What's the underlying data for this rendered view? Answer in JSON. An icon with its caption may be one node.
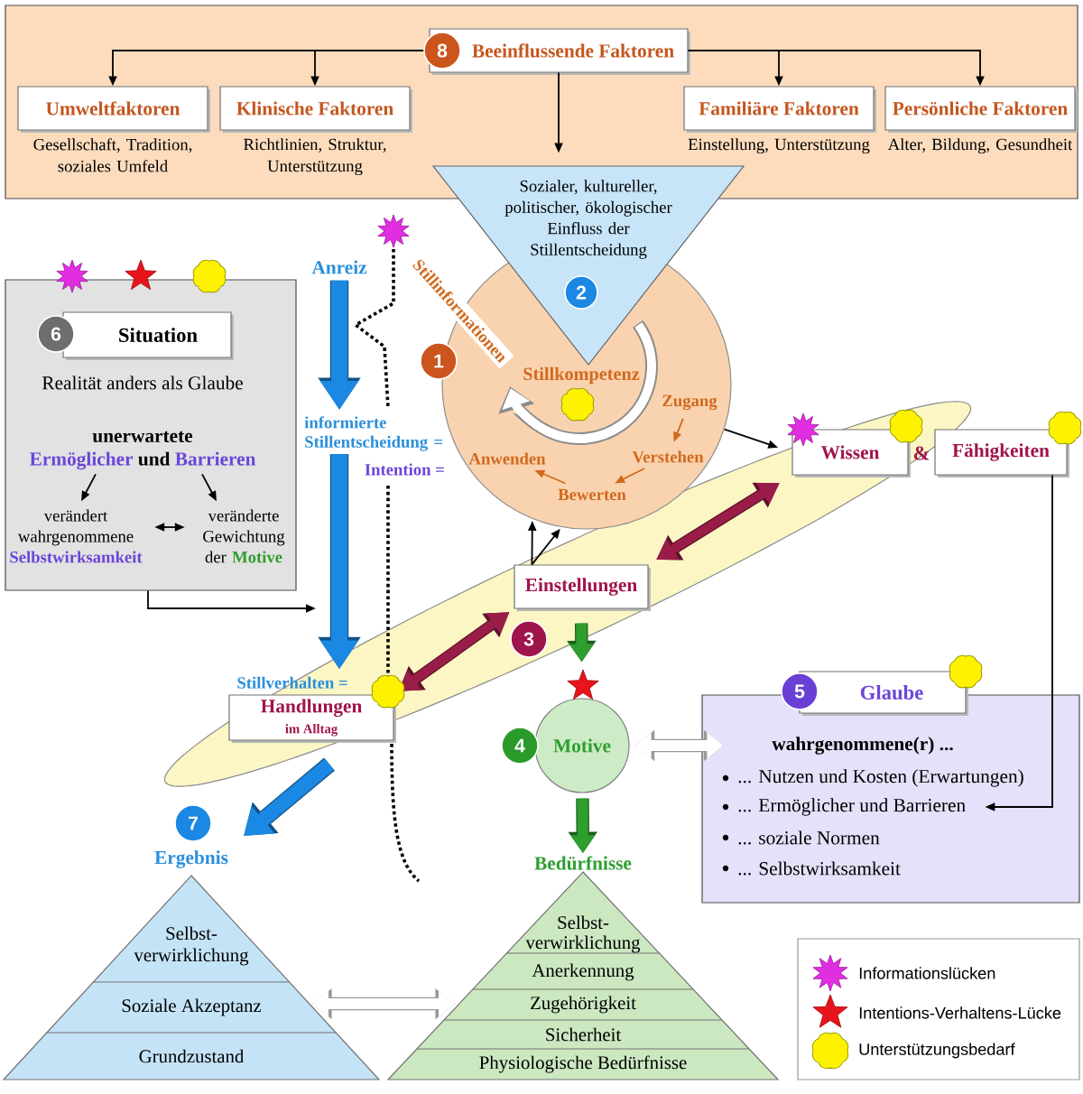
{
  "diagram": {
    "nodes": [
      {
        "text": [],
        "shape": "box"
      },
      {
        "text": [
          "Beeinflussende Faktoren"
        ],
        "in": 0
      },
      {
        "text": [
          "Umweltfaktoren"
        ],
        "beside": [
          "Gesellschaft, Tradition, soziales Umfeld"
        ],
        "in": 0
      },
      {
        "text": [
          "Klinische Faktoren"
        ],
        "beside": [
          "Richtlinien, Struktur, Unterstützung"
        ],
        "in": 0
      },
      {
        "text": [
          "Familiäre Faktoren"
        ],
        "beside": [
          "Einstellung, Unterstützung"
        ],
        "in": 0
      },
      {
        "text": [
          "Persönliche Faktoren"
        ],
        "beside": [
          "Alter, Bildung, Gesundheit"
        ],
        "in": 0
      },
      {
        "text": [
          "Sozialer, kultureller, politischer, ökologischer Einfluss der Stillentscheidung"
        ]
      },
      {
        "text": [
          "Realität anders als Glaube"
        ]
      },
      {
        "text": [
          "Situation"
        ],
        "in": 7
      },
      {
        "text": [
          "unerwartete",
          "**Ermöglicher** und **Barrieren**"
        ],
        "in": 7
      },
      {
        "text": [
          "verändert wahrgenommene **Selbstwirksamkeit**"
        ],
        "in": 7
      },
      {
        "text": [
          "veränderte Gewichtung der **Motive**"
        ],
        "in": 7
      },
      {
        "text": [
          "Anreiz"
        ]
      },
      {
        "text": [
          "informierte Stillentscheidung =",
          "Intention ="
        ]
      },
      {
        "text": [
          "Stillkompetenz"
        ]
      },
      {
        "text": [
          "Zugang"
        ],
        "in": 14
      },
      {
        "text": [
          "Verstehen"
        ],
        "in": 14
      },
      {
        "text": [
          "Bewerten"
        ],
        "in": 14
      },
      {
        "text": [
          "Anwenden"
        ],
        "in": 14
      },
      {
        "text": [
          "Wissen"
        ]
      },
      {
        "text": [
          "Fähigkeiten"
        ]
      },
      {
        "text": [
          "Einstellungen"
        ]
      },
      {
        "text": [
          "Stillverhalten =",
          "Handlungen",
          "im Alltag"
        ]
      },
      {
        "text": [
          "Glaube"
        ]
      },
      {
        "text": [
          "wahrgenommene(r) ..."
        ]
      },
      {
        "text": [
          "... Nutzen und Kosten (Erwartungen)"
        ],
        "in": 24
      },
      {
        "text": [
          "... Ermöglicher und Barrieren"
        ],
        "in": 24
      },
      {
        "text": [
          "... soziale Normen"
        ],
        "in": 24
      },
      {
        "text": [
          "... Selbstwirksamkeit"
        ],
        "in": 24
      },
      {
        "text": [
          "Motive"
        ]
      },
      {
        "text": [
          "Ergebnis"
        ]
      },
      {
        "text": [
          "Bedürfnisse"
        ]
      },
      {
        "text": [
          "Selbst- verwirklichung",
          "Soziale Akzeptanz",
          "Grundzustand"
        ]
      },
      {
        "text": [
          "Selbst- verwirklichung",
          "Anerkennung",
          "Zugehörigkeit",
          "Sicherheit",
          "Physiologische Bedürfnisse"
        ]
      }
    ],
    "edges": [
      {
        "from": 1,
        "to": 2,
        "arrow": "to"
      },
      {
        "from": 1,
        "to": 3,
        "arrow": "to"
      },
      {
        "from": 1,
        "to": 4,
        "arrow": "to"
      },
      {
        "from": 1,
        "to": 5,
        "arrow": "to"
      },
      {
        "from": 1,
        "to": 6,
        "arrow": "to"
      },
      {
        "from": 9,
        "to": 10,
        "arrow": "to"
      },
      {
        "from": 9,
        "to": 11,
        "arrow": "to"
      },
      {
        "from": 10,
        "to": 11,
        "arrow": "both"
      },
      {
        "from": 7,
        "to": null,
        "arrow": "to"
      },
      {
        "from": 12,
        "to": 13,
        "arrow": "to",
        "style": "thick",
        "color": "#1b88e3"
      },
      {
        "from": 13,
        "to": 22,
        "arrow": "to",
        "style": "thick",
        "color": "#1b88e3"
      },
      {
        "from": 15,
        "to": 16,
        "arrow": "to",
        "color": "#d2691e"
      },
      {
        "from": 16,
        "to": 17,
        "arrow": "to",
        "color": "#d2691e"
      },
      {
        "from": 17,
        "to": 18,
        "arrow": "to",
        "color": "#d2691e"
      },
      {
        "from": 21,
        "to": 14,
        "arrow": "to"
      },
      {
        "from": 21,
        "to": 14,
        "arrow": "to"
      },
      {
        "from": 14,
        "to": 19,
        "arrow": "to"
      },
      {
        "from": 21,
        "to": 19,
        "arrow": "both",
        "style": "thick",
        "color": "#9a1c48"
      },
      {
        "from": 22,
        "to": 21,
        "arrow": "both",
        "style": "thick",
        "color": "#9a1c48"
      },
      {
        "from": 20,
        "to": 26,
        "arrow": "to"
      },
      {
        "from": 21,
        "to": 29,
        "arrow": "to",
        "style": "thick",
        "color": "#2e9e2e"
      },
      {
        "from": 29,
        "to": 24,
        "arrow": "both",
        "style": "thick",
        "color": "#ffffff"
      },
      {
        "from": 22,
        "to": 30,
        "arrow": "to",
        "style": "thick",
        "color": "#1b88e3"
      },
      {
        "from": 29,
        "to": 31,
        "arrow": "to",
        "style": "thick",
        "color": "#2e9e2e"
      },
      {
        "from": 32,
        "to": 33,
        "arrow": "both",
        "style": "thick",
        "color": "#ffffff"
      }
    ],
    "labels": [
      "8",
      "2",
      "Stillinformationen",
      "6",
      "1",
      "&",
      "3",
      "5",
      "4",
      "7"
    ],
    "legend": [
      {
        "text": "Informationslücken"
      },
      {
        "text": "Intentions-Verhaltens-Lücke"
      },
      {
        "text": "Unterstützungsbedarf"
      }
    ]
  }
}
